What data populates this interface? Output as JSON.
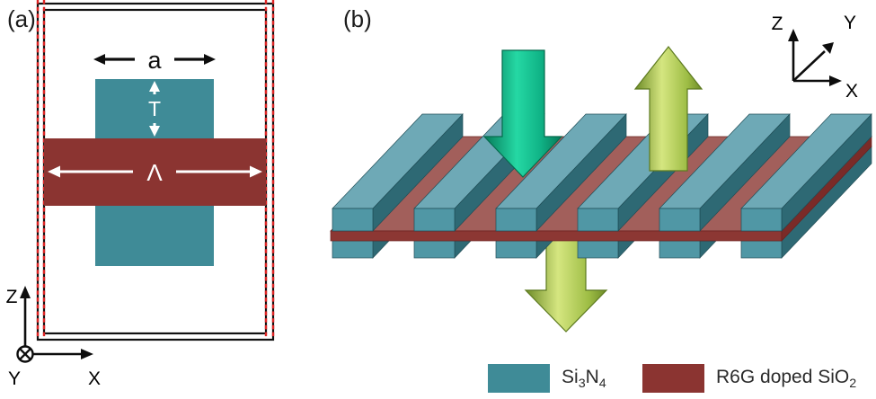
{
  "panel_a": {
    "label": "(a)",
    "dim_width_label": "a",
    "dim_thickness_label": "T",
    "dim_period_label": "Λ",
    "axes": {
      "up": "Z",
      "into_page": "Y",
      "right": "X"
    }
  },
  "panel_b": {
    "label": "(b)",
    "axes": {
      "up": "Z",
      "depth": "Y",
      "right": "X"
    }
  },
  "legend": {
    "si3n4": {
      "t1": "Si",
      "s1": "3",
      "t2": "N",
      "s2": "4"
    },
    "r6g": {
      "t1": "R6G doped SiO",
      "s1": "2"
    }
  },
  "colors": {
    "si3n4": "#3f8b97",
    "si3n4_top": "#6ea9b6",
    "si3n4_front": "#5097a5",
    "si3n4_side": "#2e6974",
    "r6g": "#8b3431",
    "r6g_top": "#a25f5b",
    "r6g_front": "#8c3733",
    "r6g_side": "#7a2b28",
    "boundary": "#e02424",
    "pump_dark": "#067a59",
    "pump_mid": "#25d8a4",
    "pump_main": "#10b487",
    "emit_dark": "#6e8c28",
    "emit_light": "#d5e680",
    "emit_main": "#9ebd45"
  }
}
